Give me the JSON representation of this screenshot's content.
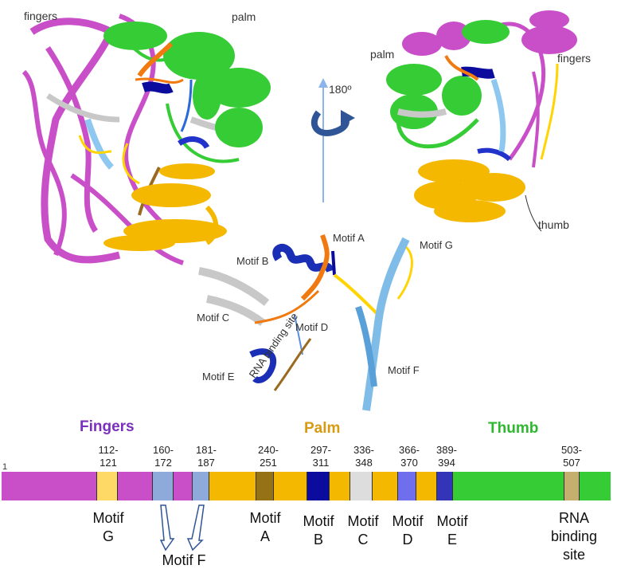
{
  "structure_labels": {
    "fingers_left": "fingers",
    "palm_left": "palm",
    "palm_right": "palm",
    "fingers_right": "fingers",
    "thumb_right": "thumb",
    "rotation": "180º"
  },
  "motif_labels": {
    "motif_a": "Motif A",
    "motif_b": "Motif B",
    "motif_c": "Motif C",
    "motif_d": "Motif D",
    "motif_e": "Motif E",
    "motif_f": "Motif F",
    "motif_g": "Motif G",
    "rna_site": "RNA binding site"
  },
  "domains": {
    "fingers": "Fingers",
    "palm": "Palm",
    "thumb": "Thumb"
  },
  "colors": {
    "fingers": "#7b2fbe",
    "palm": "#d79a12",
    "thumb": "#2fb82f",
    "magenta": "#c94fc9",
    "gold": "#f5b800",
    "green": "#36cc36",
    "motif_g": "#ffd966",
    "motif_f": "#8eaadb",
    "motif_a": "#957315",
    "motif_b": "#0b0b9e",
    "motif_c": "#dddddd",
    "motif_d": "#6f6fee",
    "motif_e": "#3434b8",
    "rna": "#c5af6e"
  },
  "sequence": {
    "start": "1",
    "ranges": {
      "g": [
        "112-",
        "121"
      ],
      "f1": [
        "160-",
        "172"
      ],
      "f2": [
        "181-",
        "187"
      ],
      "a": [
        "240-",
        "251"
      ],
      "b": [
        "297-",
        "311"
      ],
      "c": [
        "336-",
        "348"
      ],
      "d": [
        "366-",
        "370"
      ],
      "e": [
        "389-",
        "394"
      ],
      "rna": [
        "503-",
        "507"
      ]
    },
    "motif_names": {
      "g": [
        "Motif",
        "G"
      ],
      "a": [
        "Motif",
        "A"
      ],
      "b": [
        "Motif",
        "B"
      ],
      "c": [
        "Motif",
        "C"
      ],
      "d": [
        "Motif",
        "D"
      ],
      "e": [
        "Motif",
        "E"
      ],
      "f": "Motif F",
      "rna": [
        "RNA",
        "binding",
        "site"
      ]
    }
  }
}
